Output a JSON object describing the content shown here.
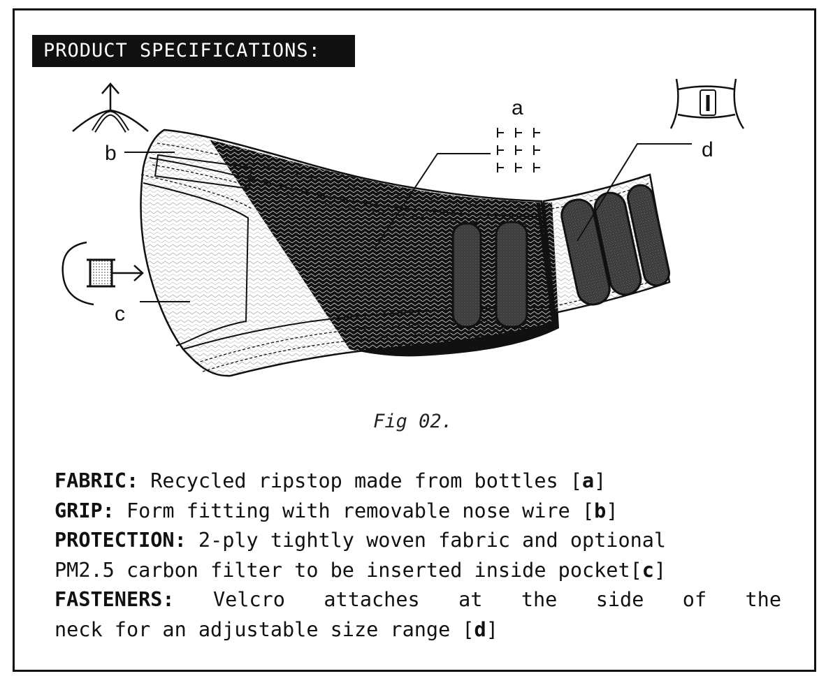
{
  "header": {
    "title": "PRODUCT SPECIFICATIONS:"
  },
  "figure": {
    "labels": {
      "a": "a",
      "b": "b",
      "c": "c",
      "d": "d"
    },
    "caption": "Fig 02."
  },
  "specs": {
    "fabric": {
      "key": "FABRIC:",
      "text": " Recycled ripstop made from bottles [",
      "ref": "a",
      "close": "]"
    },
    "grip": {
      "key": "GRIP:",
      "text": " Form fitting with removable nose wire [",
      "ref": "b",
      "close": "]"
    },
    "protection": {
      "key": "PROTECTION:",
      "text1": " 2-ply tightly woven fabric and optional",
      "text2": "PM2.5 carbon filter to be inserted inside pocket[",
      "ref": "c",
      "close": "]"
    },
    "fasteners": {
      "key": "FASTENERS:",
      "text1": " Velcro attaches at the side of the",
      "text2": "neck for an adjustable size range [",
      "ref": "d",
      "close": "]"
    }
  },
  "colors": {
    "ink": "#111111",
    "background": "#ffffff",
    "header_bg": "#111111",
    "header_text": "#ffffff"
  }
}
